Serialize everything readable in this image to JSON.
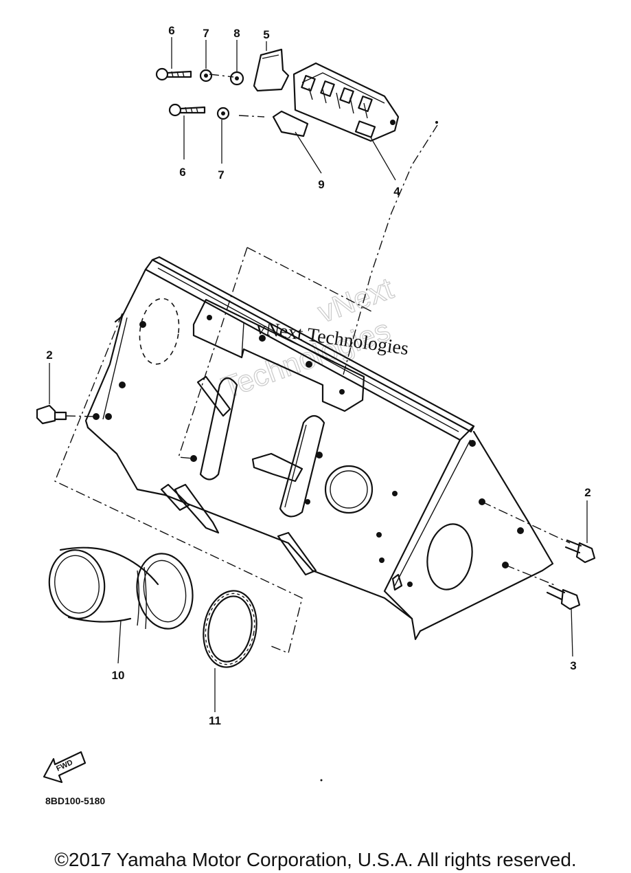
{
  "callouts": {
    "c6a": "6",
    "c7a": "7",
    "c8": "8",
    "c5": "5",
    "c6b": "6",
    "c7b": "7",
    "c9": "9",
    "c4": "4",
    "c2a": "2",
    "c2b": "2",
    "c3": "3",
    "c10": "10",
    "c11": "11"
  },
  "watermark": {
    "outline_top": "vNext",
    "outline_bottom": "Technologies",
    "text": "vNext Technologies"
  },
  "fwd_label": "FWD",
  "diagram_code": "8BD100-5180",
  "copyright": "©2017 Yamaha Motor Corporation, U.S.A. All rights reserved."
}
